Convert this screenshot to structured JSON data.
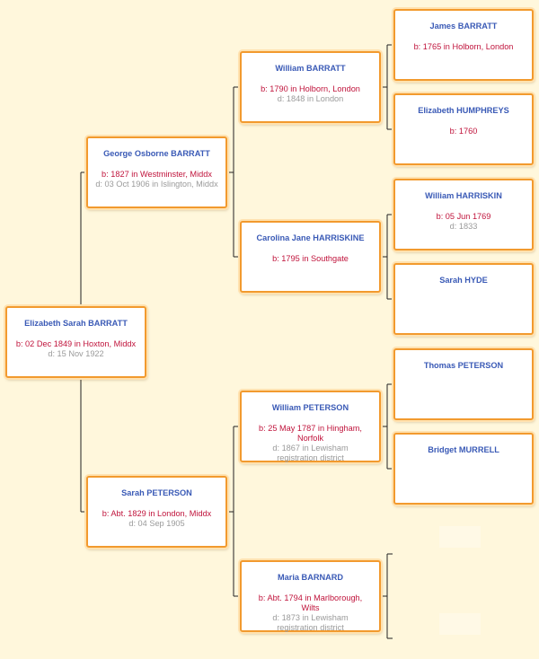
{
  "people": {
    "p0": {
      "name": "Elizabeth Sarah BARRATT",
      "born": "b: 02 Dec 1849 in Hoxton, Middx",
      "died": "d: 15 Nov 1922"
    },
    "p1": {
      "name": "George Osborne BARRATT",
      "born": "b: 1827 in Westminster, Middx",
      "died": "d: 03 Oct 1906 in Islington, Middx"
    },
    "p2": {
      "name": "Sarah PETERSON",
      "born": "b: Abt. 1829 in London, Middx",
      "died": "d: 04 Sep 1905"
    },
    "p3": {
      "name": "William BARRATT",
      "born": "b: 1790 in Holborn, London",
      "died": "d: 1848 in London"
    },
    "p4": {
      "name": "Carolina Jane HARRISKINE",
      "born": "b: 1795 in Southgate",
      "died": ""
    },
    "p5": {
      "name": "William PETERSON",
      "born": "b: 25 May 1787 in Hingham, Norfolk",
      "died": "d: 1867 in Lewisham registration district"
    },
    "p6": {
      "name": "Maria BARNARD",
      "born": "b: Abt. 1794 in Marlborough, Wilts",
      "died": "d: 1873 in Lewisham registration district"
    },
    "p7": {
      "name": "James BARRATT",
      "born": "b: 1765 in Holborn, London",
      "died": ""
    },
    "p8": {
      "name": "Elizabeth HUMPHREYS",
      "born": "b: 1760",
      "died": ""
    },
    "p9": {
      "name": "William HARRISKIN",
      "born": "b: 05 Jun 1769",
      "died": "d: 1833"
    },
    "p10": {
      "name": "Sarah HYDE",
      "born": "",
      "died": ""
    },
    "p11": {
      "name": "Thomas PETERSON",
      "born": "",
      "died": ""
    },
    "p12": {
      "name": "Bridget MURRELL",
      "born": "",
      "died": ""
    }
  },
  "colors": {
    "background": "#fff7dc",
    "card_border": "#f29a2e",
    "name": "#3a5ab6",
    "birth": "#c0143c",
    "death": "#9a9a9a",
    "connector": "#222222"
  }
}
